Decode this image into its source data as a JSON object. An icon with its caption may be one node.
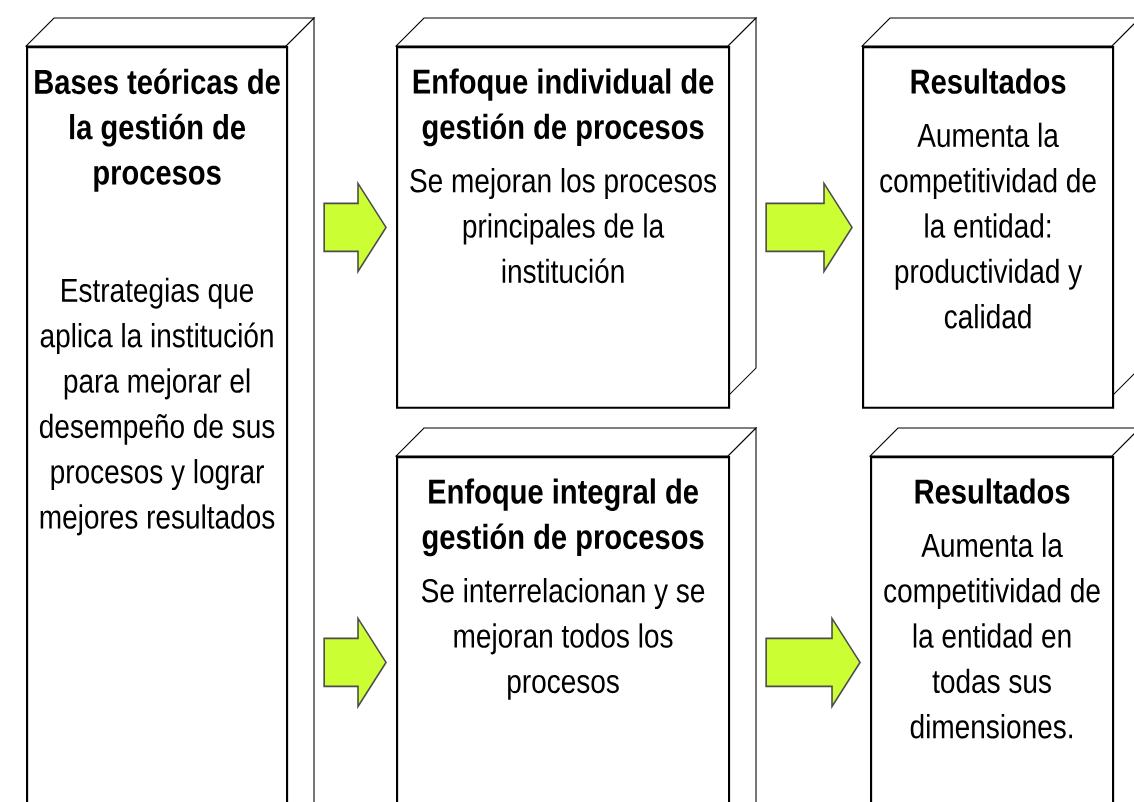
{
  "diagram": {
    "nodes": [
      {
        "text": [
          "Bases teóricas de la gestión de procesos",
          "Estrategias que aplica la institución para mejorar el desempeño de sus procesos y lograr mejores resultados"
        ]
      },
      {
        "text": [
          "Enfoque individual de gestión de procesos",
          "Se mejoran los procesos principales de la institución"
        ]
      },
      {
        "text": [
          "Resultados",
          "Aumenta la competitividad de la entidad: productividad y calidad"
        ]
      },
      {
        "text": [
          "Enfoque integral de gestión de procesos",
          "Se interrelacionan y se mejoran todos los procesos"
        ]
      },
      {
        "text": [
          "Resultados",
          "Aumenta la competitividad de la entidad en todas sus dimensiones."
        ]
      }
    ],
    "edges": [
      {
        "from": 0,
        "to": 1,
        "arrow": "to",
        "color": "#ccff33"
      },
      {
        "from": 0,
        "to": 3,
        "arrow": "to",
        "color": "#ccff33"
      },
      {
        "from": 1,
        "to": 2,
        "arrow": "to",
        "color": "#ccff33"
      },
      {
        "from": 3,
        "to": 4,
        "arrow": "to",
        "color": "#ccff33"
      }
    ]
  }
}
